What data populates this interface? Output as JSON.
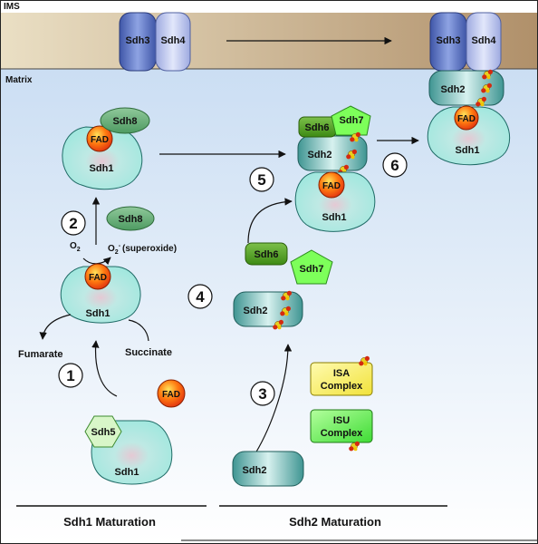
{
  "regions": {
    "ims": "IMS",
    "matrix": "Matrix"
  },
  "membrane": {
    "sdh3": "Sdh3",
    "sdh4": "Sdh4"
  },
  "proteins": {
    "sdh1": "Sdh1",
    "sdh2": "Sdh2",
    "sdh5": "Sdh5",
    "sdh6": "Sdh6",
    "sdh7": "Sdh7",
    "sdh8": "Sdh8",
    "fad": "FAD"
  },
  "complexes": {
    "isa_line1": "ISA",
    "isa_line2": "Complex",
    "isu_line1": "ISU",
    "isu_line2": "Complex"
  },
  "molecules": {
    "o2": "O",
    "o2_sub": "2",
    "superoxide_base": "O",
    "superoxide_sub": "2",
    "superoxide_sup": "-",
    "superoxide_label": "(superoxide)",
    "fumarate": "Fumarate",
    "succinate": "Succinate"
  },
  "steps": [
    "1",
    "2",
    "3",
    "4",
    "5",
    "6"
  ],
  "sections": {
    "sdh1_maturation": "Sdh1 Maturation",
    "sdh2_maturation": "Sdh2 Maturation"
  },
  "colors": {
    "membrane_left": "#e9dcc0",
    "membrane_right": "#b39569",
    "matrix_top": "#cfe0f4",
    "matrix_bottom": "#ffffff",
    "sdh1_fill": "#aee8e0",
    "sdh2_fill": "#57a8a4",
    "sdh3_fill": "#5d77c3",
    "sdh4_fill": "#b9c3ec",
    "fad_fill": "#ff6a00",
    "sdh8_fill": "#5da46c",
    "sdh6_fill": "#4f9b1e",
    "sdh7_fill": "#7dff5a",
    "isa_fill": "#fff25a",
    "isu_fill": "#5cf04c",
    "sdh5_fill": "#d6f5c7"
  }
}
